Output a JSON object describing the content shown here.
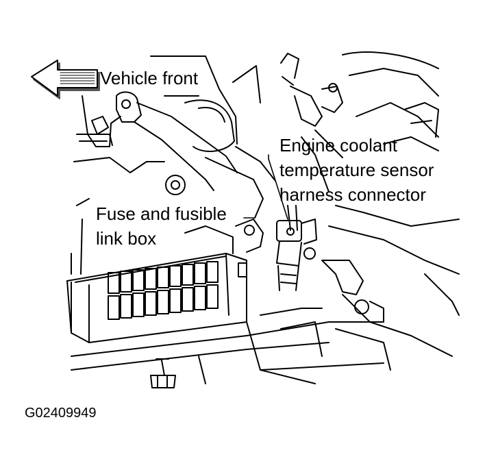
{
  "diagram": {
    "callouts": {
      "vehicle_front": "Vehicle front",
      "ect_sensor_line1": "Engine coolant",
      "ect_sensor_line2": "temperature sensor",
      "ect_sensor_line3": "harness connector",
      "fuse_box_line1": "Fuse and fusible",
      "fuse_box_line2": "link box"
    },
    "figure_id": "G02409949",
    "arrow_direction": "left",
    "colors": {
      "ink": "#000000",
      "paper": "#ffffff",
      "arrow_shadow": "#555555"
    }
  }
}
